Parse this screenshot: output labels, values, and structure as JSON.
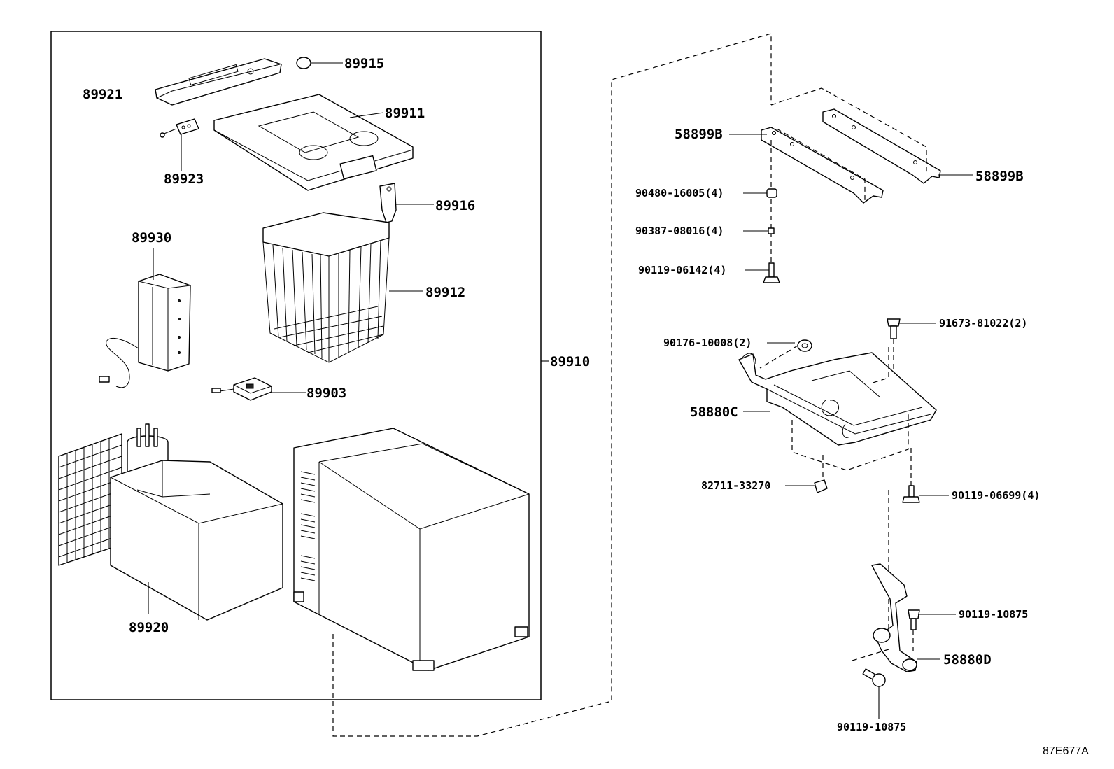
{
  "diagram_code": "87E677A",
  "parts": {
    "p89915": "89915",
    "p89921": "89921",
    "p89911": "89911",
    "p89923": "89923",
    "p89916": "89916",
    "p89930": "89930",
    "p89912": "89912",
    "p89910": "89910",
    "p89903": "89903",
    "p89920": "89920",
    "p58899B_left": "58899B",
    "p58899B_right": "58899B",
    "p90480": "90480-16005(4)",
    "p90387": "90387-08016(4)",
    "p90119_06142": "90119-06142(4)",
    "p91673": "91673-81022(2)",
    "p90176": "90176-10008(2)",
    "p58880C": "58880C",
    "p82711": "82711-33270",
    "p90119_06699": "90119-06699(4)",
    "p90119_10875_upper": "90119-10875",
    "p58880D": "58880D",
    "p90119_10875_lower": "90119-10875"
  }
}
